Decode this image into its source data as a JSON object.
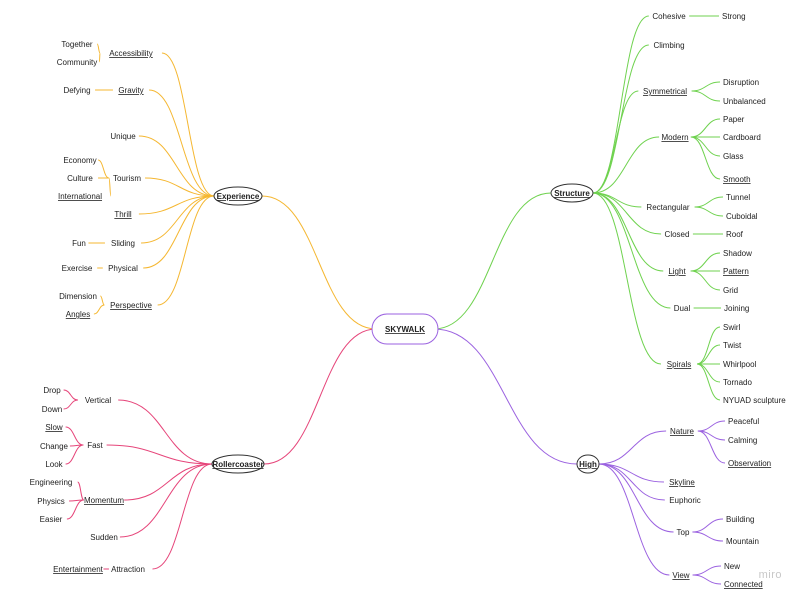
{
  "root": {
    "label": "SKYWALK"
  },
  "branches": [
    {
      "key": "experience",
      "label": "Experience",
      "color": "#f5b731",
      "children": [
        {
          "label": "Accessibility",
          "underline": true,
          "children": [
            {
              "label": "Together"
            },
            {
              "label": "Community"
            }
          ]
        },
        {
          "label": "Gravity",
          "underline": true,
          "children": [
            {
              "label": "Defying"
            }
          ]
        },
        {
          "label": "Unique"
        },
        {
          "label": "Tourism",
          "children": [
            {
              "label": "Economy"
            },
            {
              "label": "Culture"
            },
            {
              "label": "International",
              "underline": true
            }
          ]
        },
        {
          "label": "Thrill",
          "underline": true
        },
        {
          "label": "Sliding",
          "children": [
            {
              "label": "Fun"
            }
          ]
        },
        {
          "label": "Physical",
          "children": [
            {
              "label": "Exercise"
            }
          ]
        },
        {
          "label": "Perspective",
          "underline": true,
          "children": [
            {
              "label": "Dimension"
            },
            {
              "label": "Angles",
              "underline": true
            }
          ]
        }
      ]
    },
    {
      "key": "structure",
      "label": "Structure",
      "color": "#6fd24f",
      "children": [
        {
          "label": "Cohesive",
          "children": [
            {
              "label": "Strong"
            }
          ]
        },
        {
          "label": "Climbing"
        },
        {
          "label": "Symmetrical",
          "underline": true,
          "children": [
            {
              "label": "Disruption"
            },
            {
              "label": "Unbalanced"
            }
          ]
        },
        {
          "label": "Modern",
          "underline": true,
          "children": [
            {
              "label": "Paper"
            },
            {
              "label": "Cardboard"
            },
            {
              "label": "Glass"
            },
            {
              "label": "Smooth",
              "underline": true
            }
          ]
        },
        {
          "label": "Rectangular",
          "children": [
            {
              "label": "Tunnel"
            },
            {
              "label": "Cuboidal"
            }
          ]
        },
        {
          "label": "Closed",
          "children": [
            {
              "label": "Roof"
            }
          ]
        },
        {
          "label": "Light",
          "underline": true,
          "children": [
            {
              "label": "Shadow"
            },
            {
              "label": "Pattern",
              "underline": true
            },
            {
              "label": "Grid"
            }
          ]
        },
        {
          "label": "Dual",
          "children": [
            {
              "label": "Joining"
            }
          ]
        },
        {
          "label": "Spirals",
          "underline": true,
          "children": [
            {
              "label": "Swirl"
            },
            {
              "label": "Twist"
            },
            {
              "label": "Whirlpool"
            },
            {
              "label": "Tornado"
            },
            {
              "label": "NYUAD sculpture"
            }
          ]
        }
      ]
    },
    {
      "key": "rollercoaster",
      "label": "Rollercoaster",
      "color": "#e6457a",
      "children": [
        {
          "label": "Vertical",
          "children": [
            {
              "label": "Drop"
            },
            {
              "label": "Down"
            }
          ]
        },
        {
          "label": "Fast",
          "children": [
            {
              "label": "Slow",
              "underline": true
            },
            {
              "label": "Change"
            },
            {
              "label": "Look"
            }
          ]
        },
        {
          "label": "Momentum",
          "underline": true,
          "children": [
            {
              "label": "Engineering"
            },
            {
              "label": "Physics"
            },
            {
              "label": "Easier"
            }
          ]
        },
        {
          "label": "Sudden"
        },
        {
          "label": "Attraction",
          "children": [
            {
              "label": "Entertainment",
              "underline": true
            }
          ]
        }
      ]
    },
    {
      "key": "high",
      "label": "High",
      "color": "#9b62e0",
      "children": [
        {
          "label": "Nature",
          "underline": true,
          "children": [
            {
              "label": "Peaceful"
            },
            {
              "label": "Calming"
            },
            {
              "label": "Observation",
              "underline": true
            }
          ]
        },
        {
          "label": "Skyline",
          "underline": true
        },
        {
          "label": "Euphoric"
        },
        {
          "label": "Top",
          "children": [
            {
              "label": "Building"
            },
            {
              "label": "Mountain"
            }
          ]
        },
        {
          "label": "View",
          "underline": true,
          "children": [
            {
              "label": "New"
            },
            {
              "label": "Connected",
              "underline": true
            }
          ]
        }
      ]
    }
  ],
  "watermark": "miro"
}
